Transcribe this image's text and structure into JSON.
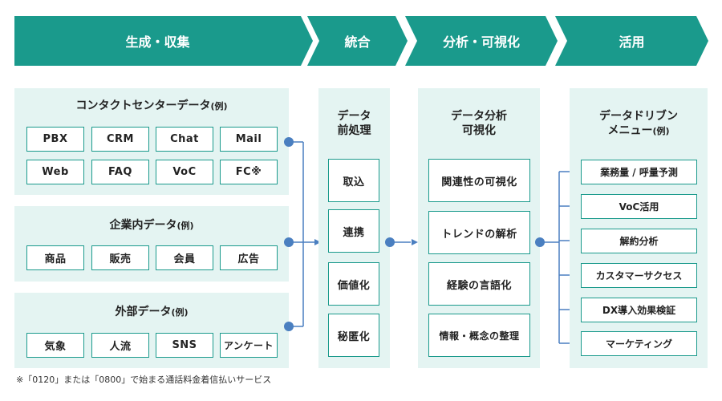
{
  "header": {
    "stages": [
      "生成・収集",
      "統合",
      "分析・可視化",
      "活用"
    ]
  },
  "sources": {
    "contact": {
      "title": "コンタクトセンターデータ",
      "title_suffix": "(例)",
      "items": [
        "PBX",
        "CRM",
        "Chat",
        "Mail",
        "Web",
        "FAQ",
        "VoC",
        "FC※"
      ]
    },
    "internal": {
      "title": "企業内データ",
      "title_suffix": "(例)",
      "items": [
        "商品",
        "販売",
        "会員",
        "広告"
      ]
    },
    "external": {
      "title": "外部データ",
      "title_suffix": "(例)",
      "items": [
        "気象",
        "人流",
        "SNS",
        "アンケート"
      ]
    }
  },
  "integration": {
    "title_line1": "データ",
    "title_line2": "前処理",
    "steps": [
      "取込",
      "連携",
      "価値化",
      "秘匿化"
    ]
  },
  "analysis": {
    "title_line1": "データ分析",
    "title_line2": "可視化",
    "steps": [
      "関連性の可視化",
      "トレンドの解析",
      "経験の言語化",
      "情報・概念の整理"
    ]
  },
  "utilization": {
    "title_line1": "データドリブン",
    "title_line2": "メニュー",
    "title_suffix": "(例)",
    "menu": [
      "業務量 / 呼量予測",
      "VoC活用",
      "解約分析",
      "カスタマーサクセス",
      "DX導入効果検証",
      "マーケティング"
    ]
  },
  "footnote": "※「0120」または「0800」で始まる通話料金着信払いサービス",
  "colors": {
    "teal": "#1a9a8c",
    "panel": "#e4f4f2",
    "connector": "#4a7fc0"
  }
}
